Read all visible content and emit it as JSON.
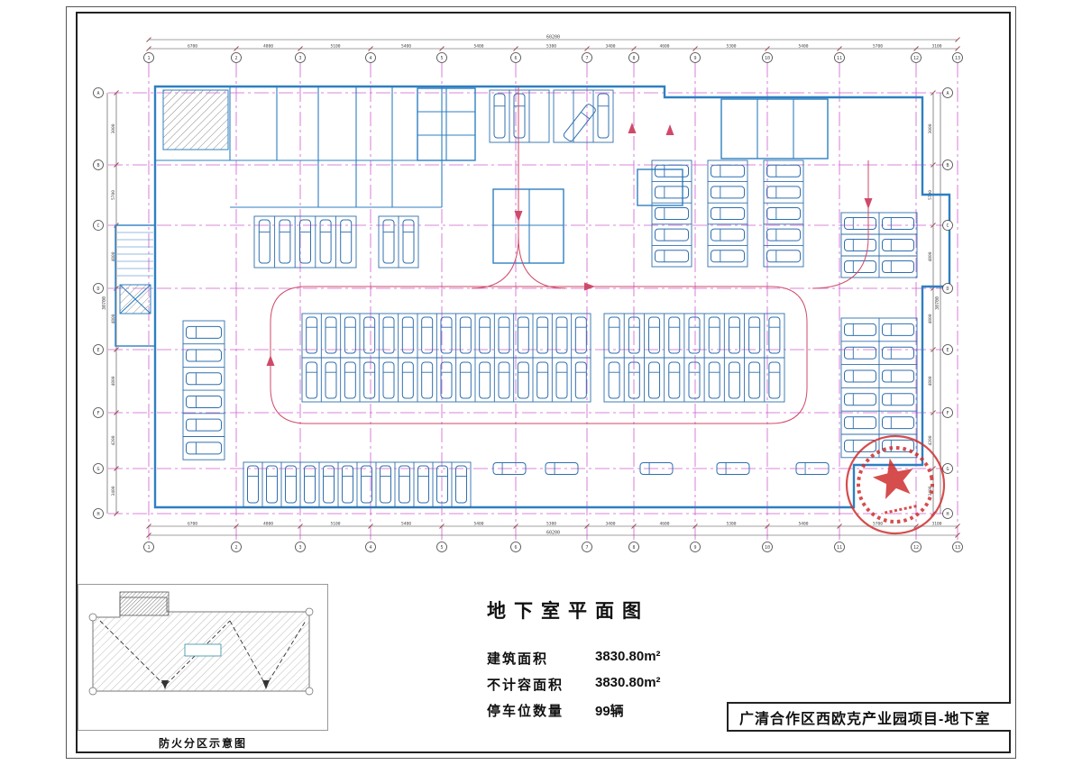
{
  "sheet": {
    "plan_title": "地下室平面图",
    "stats": [
      {
        "label": "建筑面积",
        "value": "3830.80m²"
      },
      {
        "label": "不计容面积",
        "value": "3830.80m²"
      },
      {
        "label": "停车位数量",
        "value": "99辆"
      }
    ],
    "project_name": "广清合作区西欧克产业园项目-地下室",
    "inset_caption": "防火分区示意图"
  },
  "plan": {
    "colors": {
      "wall": "#2f7fc1",
      "car": "#2f6fae",
      "grid": "#cf5fcf",
      "lane": "#cf4a6a",
      "dim": "#444444",
      "stamp": "#cf2e2e"
    },
    "axes": {
      "cols": [
        "1",
        "2",
        "3",
        "4",
        "5",
        "6",
        "7",
        "8",
        "9",
        "10",
        "11",
        "12",
        "13"
      ],
      "rows": [
        "A",
        "B",
        "C",
        "D",
        "E",
        "F",
        "G",
        "H"
      ]
    },
    "dims": {
      "top": [
        "6700",
        "4800",
        "5100",
        "5400",
        "5400",
        "5300",
        "3400",
        "4600",
        "5300",
        "5400",
        "5700",
        "3100"
      ],
      "top_total": "60200",
      "bottom": [
        "6700",
        "4800",
        "5100",
        "5400",
        "5400",
        "5300",
        "3400",
        "4600",
        "5300",
        "5400",
        "5700",
        "3100"
      ],
      "bottom_total": "60200",
      "left": [
        "3000",
        "5700",
        "4800",
        "4800",
        "4800",
        "4200",
        "3400"
      ],
      "left_total": "30700",
      "right": [
        "3000",
        "5700",
        "4800",
        "4800",
        "4800",
        "4200",
        "3400"
      ],
      "right_total": "30700"
    }
  }
}
